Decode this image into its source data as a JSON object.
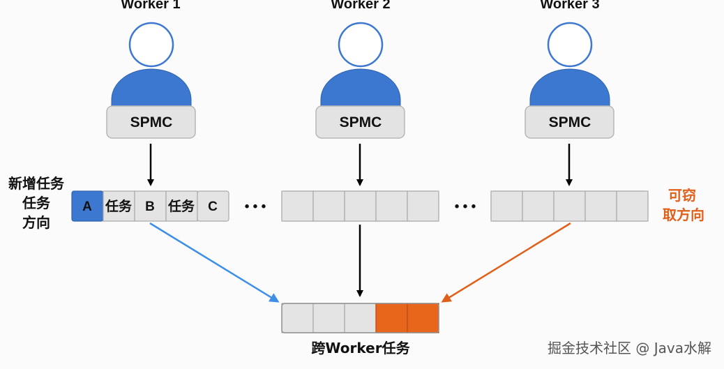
{
  "workers": [
    {
      "name": "Worker 1",
      "queue_label": "SPMC"
    },
    {
      "name": "Worker 2",
      "queue_label": "SPMC"
    },
    {
      "name": "Worker 3",
      "queue_label": "SPMC"
    }
  ],
  "queue1_cells": [
    "A",
    "任务",
    "B",
    "任务",
    "C"
  ],
  "ellipsis": "• • •",
  "left_label": [
    "新增任务",
    "任务",
    "方向"
  ],
  "right_label": [
    "可窃",
    "取方向"
  ],
  "bottom_label": "跨Worker任务",
  "watermark": "掘金技术社区 @ Java水解",
  "colors": {
    "person_blue": "#3c78cf",
    "cell_highlight": "#3c78cf",
    "steal_orange": "#e8661c",
    "cell_gray": "#e4e4e4",
    "arrow_blue": "#3c8ee6",
    "arrow_orange": "#e0601a"
  }
}
